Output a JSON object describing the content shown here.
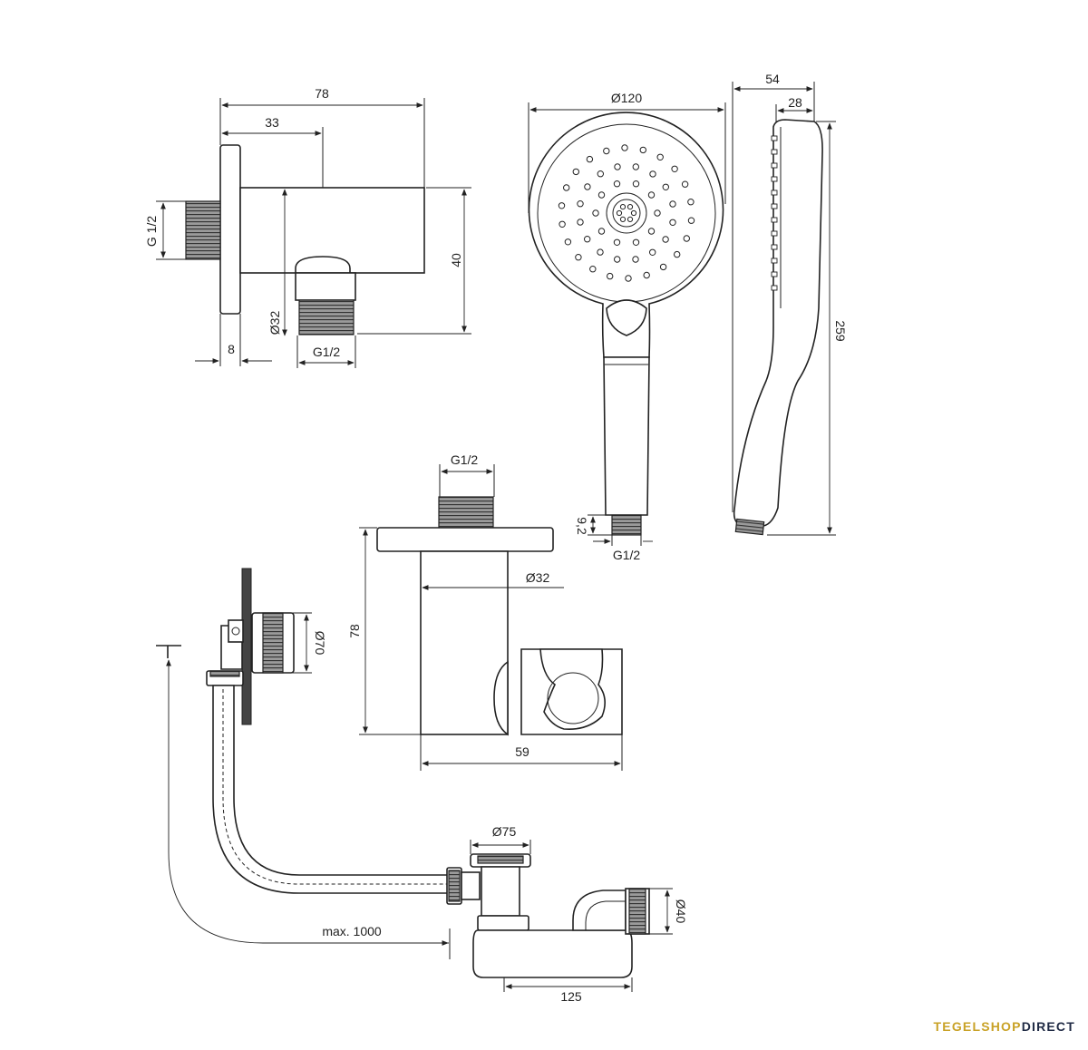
{
  "dimensions": {
    "elbow_width": "78",
    "elbow_offset": "33",
    "elbow_thread": "G 1/2",
    "elbow_height": "40",
    "elbow_diameter": "Ø32",
    "elbow_outlet_thread": "G1/2",
    "elbow_plate": "8",
    "head_diameter": "Ø120",
    "side_depth": "54",
    "side_handle": "28",
    "handshower_length": "259",
    "handle_thread_len": "9,2",
    "handle_thread": "G1/2",
    "holder_thread": "G1/2",
    "holder_diameter": "Ø32",
    "holder_height": "78",
    "holder_width": "59",
    "waste_overflow": "Ø70",
    "waste_plug": "Ø75",
    "waste_outlet": "Ø40",
    "waste_trap": "125",
    "waste_length": "max. 1000"
  },
  "brand": {
    "part1": "TEGELSHOP",
    "part2": "DIRECT",
    "color1": "#c9a227",
    "color2": "#1f2a44"
  }
}
